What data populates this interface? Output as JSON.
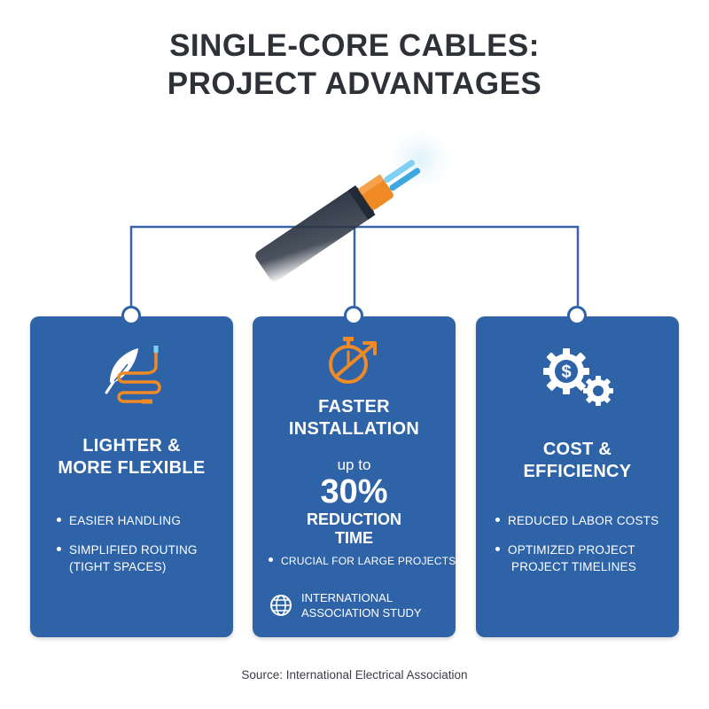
{
  "title": {
    "line1": "SINGLE-CORE CABLES:",
    "line2": "PROJECT ADVANTAGES"
  },
  "colors": {
    "card_bg": "#2f63a8",
    "accent_orange": "#f08a24",
    "connector": "#3a64a8",
    "title_text": "#2e3138"
  },
  "cards": [
    {
      "icon": "feather-cable-icon",
      "title_line1": "LIGHTER &",
      "title_line2": "MORE FLEXIBLE",
      "bullets": [
        {
          "line1": "EASIER HANDLING"
        },
        {
          "line1": "SIMPLIFIED ROUTING",
          "line2": "(TIGHT SPACES)"
        }
      ]
    },
    {
      "icon": "stopwatch-arrow-icon",
      "title_line1": "FASTER",
      "title_line2": "INSTALLATION",
      "stat_prefix": "up to",
      "stat_value": "30%",
      "stat_line1": "REDUCTION",
      "stat_line2": "TIME",
      "bullets": [
        {
          "line1": "CRUCIAL FOR LARGE PROJECTS"
        }
      ],
      "study_icon": "globe-icon",
      "study_line1": "INTERNATIONAL",
      "study_line2": "ASSOCIATION STUDY"
    },
    {
      "icon": "dollar-gears-icon",
      "title_line1": "COST &",
      "title_line2": "EFFICIENCY",
      "bullets": [
        {
          "line1": "REDUCED LABOR COSTS"
        },
        {
          "line1": "OPTIMIZED PROJECT",
          "line2": "PROJECT TIMELINES"
        }
      ]
    }
  ],
  "source": "Source: International Electrical Association"
}
